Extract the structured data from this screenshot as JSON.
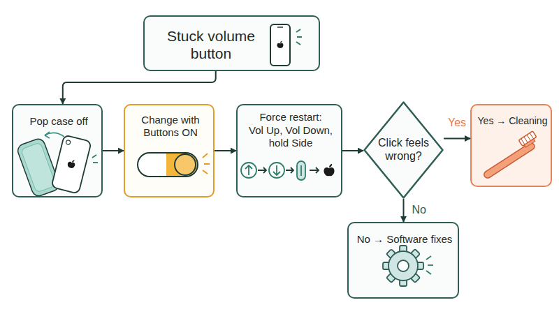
{
  "diagram": {
    "nodes": [
      {
        "text": [
          "Stuck volume button"
        ]
      },
      {
        "text": [
          "Pop case off"
        ]
      },
      {
        "text": [
          "Change with Buttons ON"
        ]
      },
      {
        "text": [
          "Force restart:",
          "Vol Up, Vol Down, hold Side"
        ]
      },
      {
        "text": [
          "Click feels wrong?"
        ]
      },
      {
        "text": [
          "Yes → Cleaning"
        ]
      },
      {
        "text": [
          "No → Software fixes"
        ]
      }
    ],
    "edges": [
      {
        "from": 0,
        "to": 1,
        "arrow": "to"
      },
      {
        "from": 1,
        "to": 2,
        "arrow": "to"
      },
      {
        "from": 2,
        "to": 3,
        "arrow": "to"
      },
      {
        "from": 3,
        "to": 4,
        "arrow": "to"
      },
      {
        "from": 4,
        "to": 5,
        "label": "Yes",
        "arrow": "to"
      },
      {
        "from": 4,
        "to": 6,
        "label": "No",
        "arrow": "to"
      }
    ]
  }
}
